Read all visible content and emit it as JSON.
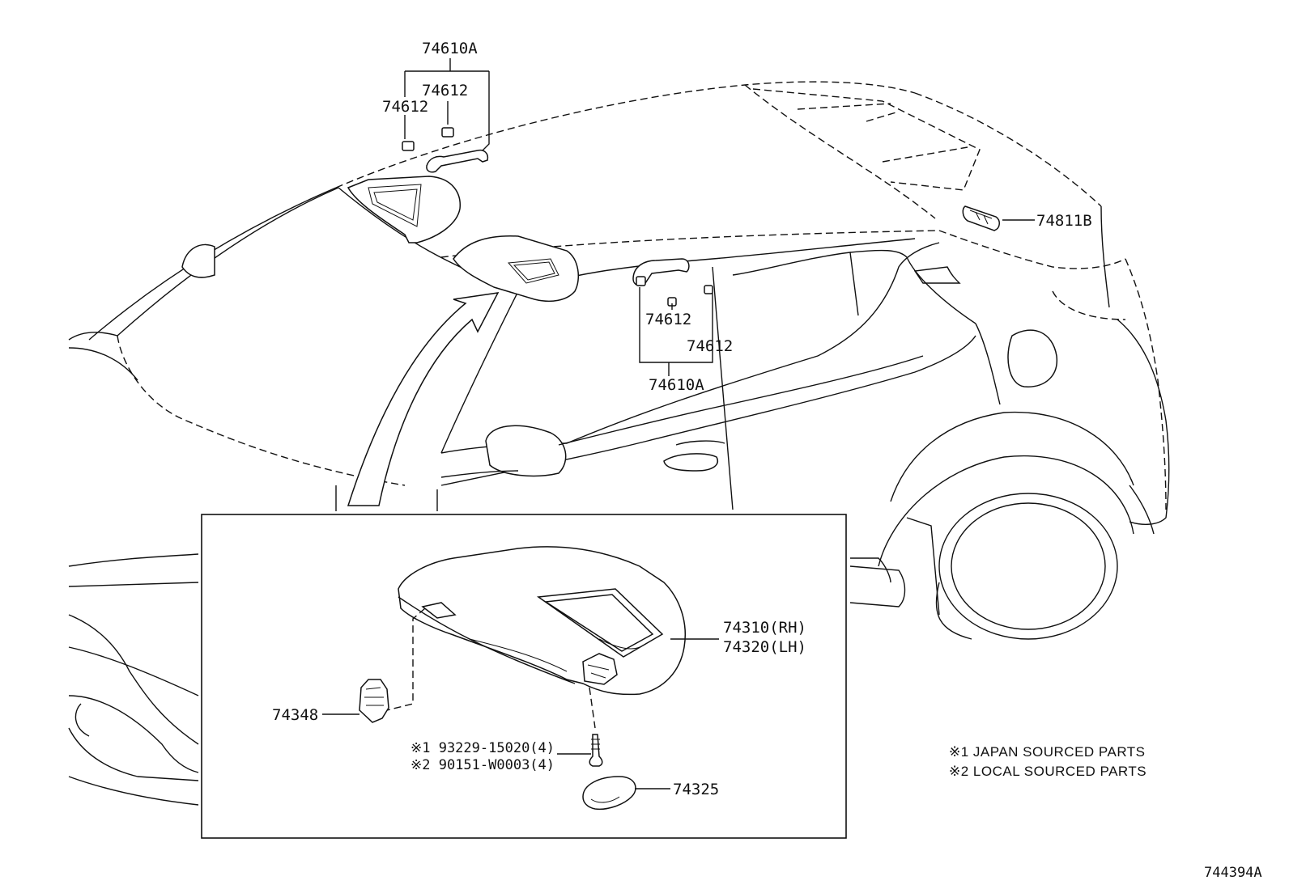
{
  "labels": {
    "l74610A_top": "74610A",
    "l74612_a": "74612",
    "l74612_b": "74612",
    "l74811B": "74811B",
    "l74612_c": "74612",
    "l74612_d": "74612",
    "l74610A_mid": "74610A",
    "l74310": "74310(RH)",
    "l74320": "74320(LH)",
    "l74348": "74348",
    "l93229": "※1 93229-15020(4)",
    "l90151": "※2 90151-W0003(4)",
    "l74325": "74325"
  },
  "legend": {
    "note1": "※1 JAPAN SOURCED PARTS",
    "note2": "※2 LOCAL SOURCED PARTS"
  },
  "figure_code": "744394A"
}
